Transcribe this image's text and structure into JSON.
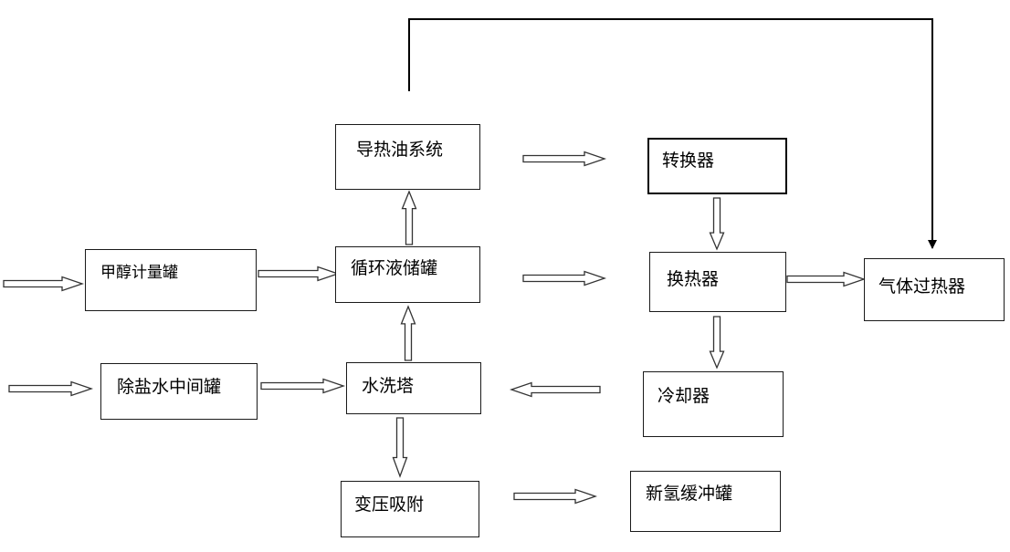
{
  "nodes": {
    "heat_oil_system": "导热油系统",
    "converter": "转换器",
    "methanol_tank": "甲醇计量罐",
    "circulation_tank": "循环液储罐",
    "heat_exchanger": "换热器",
    "gas_superheater": "气体过热器",
    "desalted_water_tank": "除盐水中间罐",
    "water_wash_tower": "水洗塔",
    "cooler": "冷却器",
    "psa": "变压吸附",
    "hydrogen_buffer_tank": "新氢缓冲罐"
  },
  "colors": {
    "line": "#000000",
    "box_border": "#1a1a1a",
    "background": "#ffffff"
  }
}
